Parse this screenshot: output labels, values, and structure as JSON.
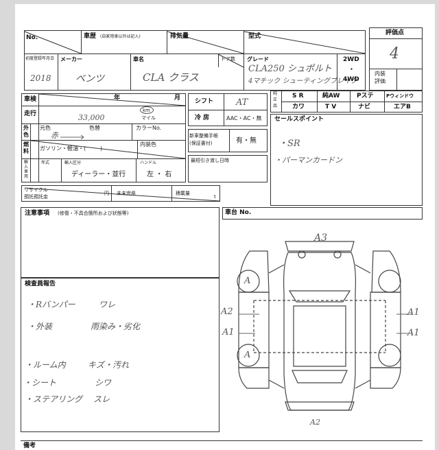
{
  "header": {
    "no_label": "No.",
    "history_label": "車歴",
    "history_note": "(自家用車以外は記入)",
    "displacement_label": "排気量",
    "model_label": "型式",
    "first_reg_label": "初度登録年月日",
    "first_reg_value": "2018",
    "maker_label": "メーカー",
    "maker_value": "ベンツ",
    "car_name_label": "車名",
    "car_name_value": "CLA クラス",
    "doors_label": "ドア数",
    "grade_label": "グレード",
    "grade_value_line1": "CLA250 シュポルト",
    "grade_value_line2": "4マチック シューティングブレイク",
    "drive_2wd": "2WD",
    "drive_dot": "・",
    "drive_4wd": "4WD",
    "score_label": "評価点",
    "score_value": "4",
    "interior_score_label1": "内装",
    "interior_score_label2": "評価"
  },
  "specs": {
    "inspection_label": "車検",
    "year_label": "年",
    "month_label": "月",
    "mileage_label": "走行",
    "mileage_value": "33,000",
    "km_label": "km",
    "mile_label": "マイル",
    "exterior_label_1": "外",
    "exterior_label_2": "色",
    "original_color_label": "元色",
    "original_color_value": "赤",
    "color_change_label": "色替",
    "color_no_label": "カラーNo.",
    "fuel_label_1": "燃",
    "fuel_label_2": "料",
    "fuel_options": "ガソリン・軽油・(",
    "fuel_close": ")",
    "interior_color_label": "内装色",
    "import_label_1": "輸",
    "import_label_2": "入",
    "import_label_3": "車",
    "import_label_4": "用",
    "import_year_label": "年式",
    "import_type_label": "輸入区分",
    "import_type_value": "ディーラー・並行",
    "handle_label": "ハンドル",
    "handle_value": "左 ・ 右",
    "recycle_label_1": "リサイクル",
    "recycle_label_2": "預託預託金",
    "yen_label": "円",
    "done_label": "未未完県",
    "loading_label": "積載量",
    "t_label": "t"
  },
  "mid": {
    "shift_label": "シフト",
    "shift_value": "AT",
    "ac_label": "冷 房",
    "ac_value": "AAC・AC・無",
    "record_label_1": "新車整備手帳",
    "record_label_2": "(保証書付)",
    "record_value": "有・無",
    "delivery_label": "最短引き渡し日時"
  },
  "equipment": {
    "side_1": "純",
    "side_2": "正",
    "side_3": "品",
    "row1": [
      "S R",
      "純AW",
      "Pステ",
      "Pウィンドウ"
    ],
    "row2": [
      "カワ",
      "T V",
      "ナビ",
      "エアB"
    ]
  },
  "sales_point": {
    "title": "セールスポイント",
    "item1": "・SR",
    "item2": "・パーマンカードン"
  },
  "notes": {
    "title": "注意事項",
    "subtitle": "(修復・不具合箇所および状態等)"
  },
  "inspector": {
    "title": "検査員報告",
    "lines": [
      {
        "left": "・Rバンパー",
        "right": "ワレ"
      },
      {
        "left": "・外装",
        "right": "雨染み・劣化"
      },
      {
        "left": "・ルーム内",
        "right": "キズ・汚れ"
      },
      {
        "left": "・シート",
        "right": "シワ"
      },
      {
        "left": "・ステアリング",
        "right": "スレ"
      }
    ]
  },
  "chassis": {
    "label": "車台 No."
  },
  "diagram": {
    "front_mark": "A3",
    "rear_mark": "A2",
    "left_upper_mark": "A2",
    "left_lower_mark": "A1",
    "right_upper_mark": "A1",
    "right_lower_mark": "A1",
    "wheel_mark": "A"
  },
  "footer": {
    "remarks_label": "備考"
  }
}
